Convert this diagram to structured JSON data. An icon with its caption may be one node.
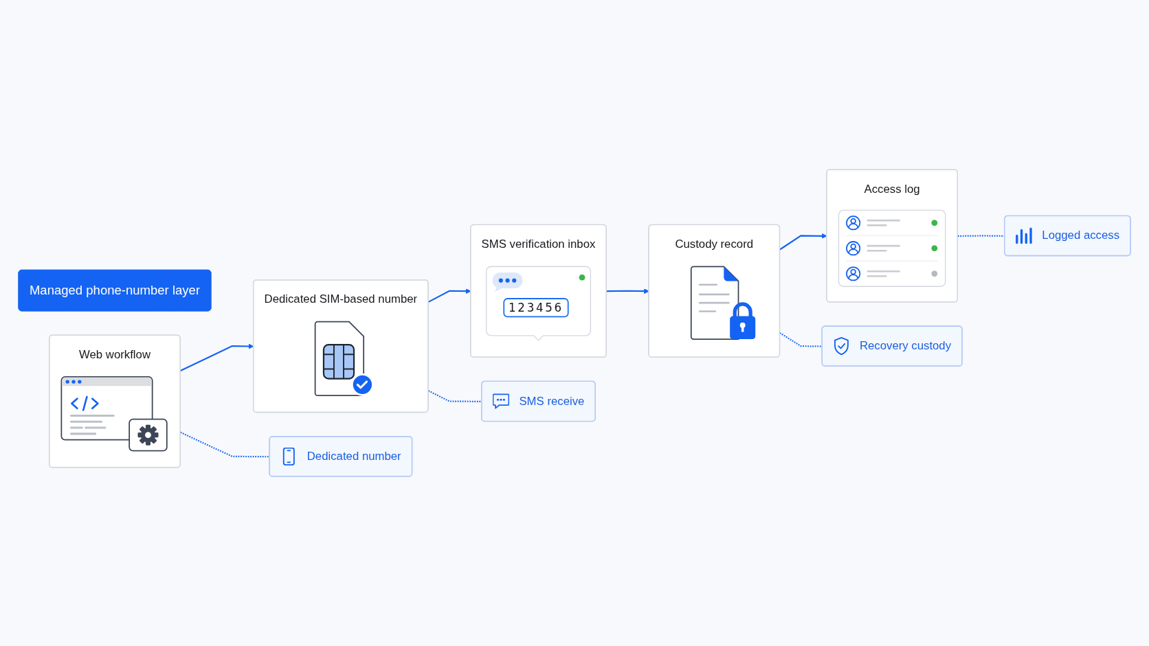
{
  "diagram": {
    "nodes": [
      {
        "text": [
          "Managed phone-number layer"
        ]
      },
      {
        "text": [
          "Web workflow"
        ]
      },
      {
        "text": [
          "Dedicated SIM-based number"
        ]
      },
      {
        "text": [
          "SMS verification inbox",
          "123456"
        ]
      },
      {
        "text": [
          "Custody record"
        ]
      },
      {
        "text": [
          "Access log"
        ]
      },
      {
        "text": [
          "Dedicated number"
        ]
      },
      {
        "text": [
          "SMS receive"
        ]
      },
      {
        "text": [
          "Recovery custody"
        ]
      },
      {
        "text": [
          "Logged access"
        ]
      }
    ],
    "edges": [
      {
        "from": 1,
        "to": 2,
        "arrow": "to"
      },
      {
        "from": 2,
        "to": 3,
        "arrow": "to"
      },
      {
        "from": 3,
        "to": 4,
        "arrow": "to"
      },
      {
        "from": 4,
        "to": 5,
        "arrow": "to"
      },
      {
        "from": 1,
        "to": 6,
        "arrow": "none",
        "style": "dashed"
      },
      {
        "from": 2,
        "to": 7,
        "arrow": "none",
        "style": "dashed"
      },
      {
        "from": 4,
        "to": 8,
        "arrow": "none",
        "style": "dashed"
      },
      {
        "from": 5,
        "to": 9,
        "arrow": "none",
        "style": "dashed"
      }
    ]
  }
}
